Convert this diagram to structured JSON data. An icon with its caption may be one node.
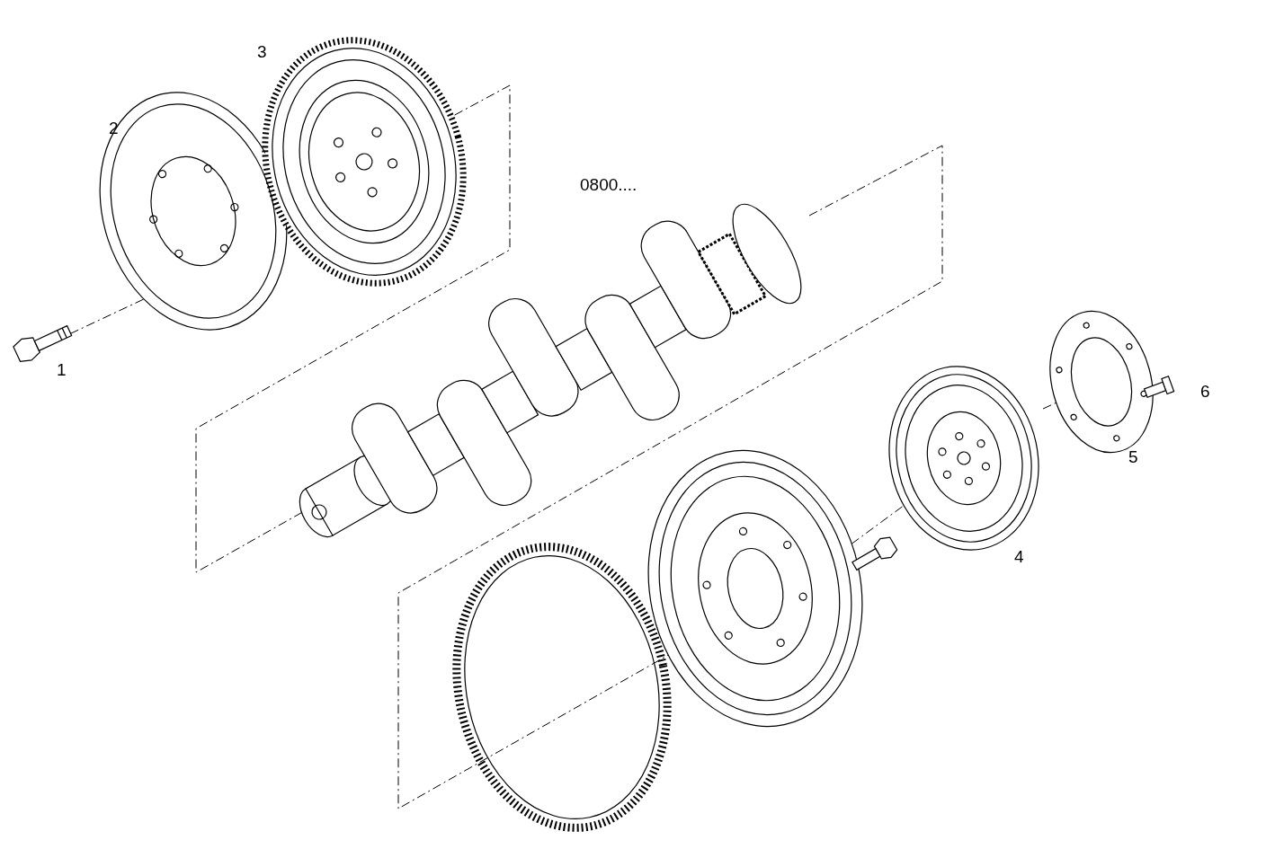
{
  "diagram": {
    "labels": [
      "3",
      "2",
      "0800....",
      "1",
      "6",
      "5",
      "4"
    ]
  }
}
